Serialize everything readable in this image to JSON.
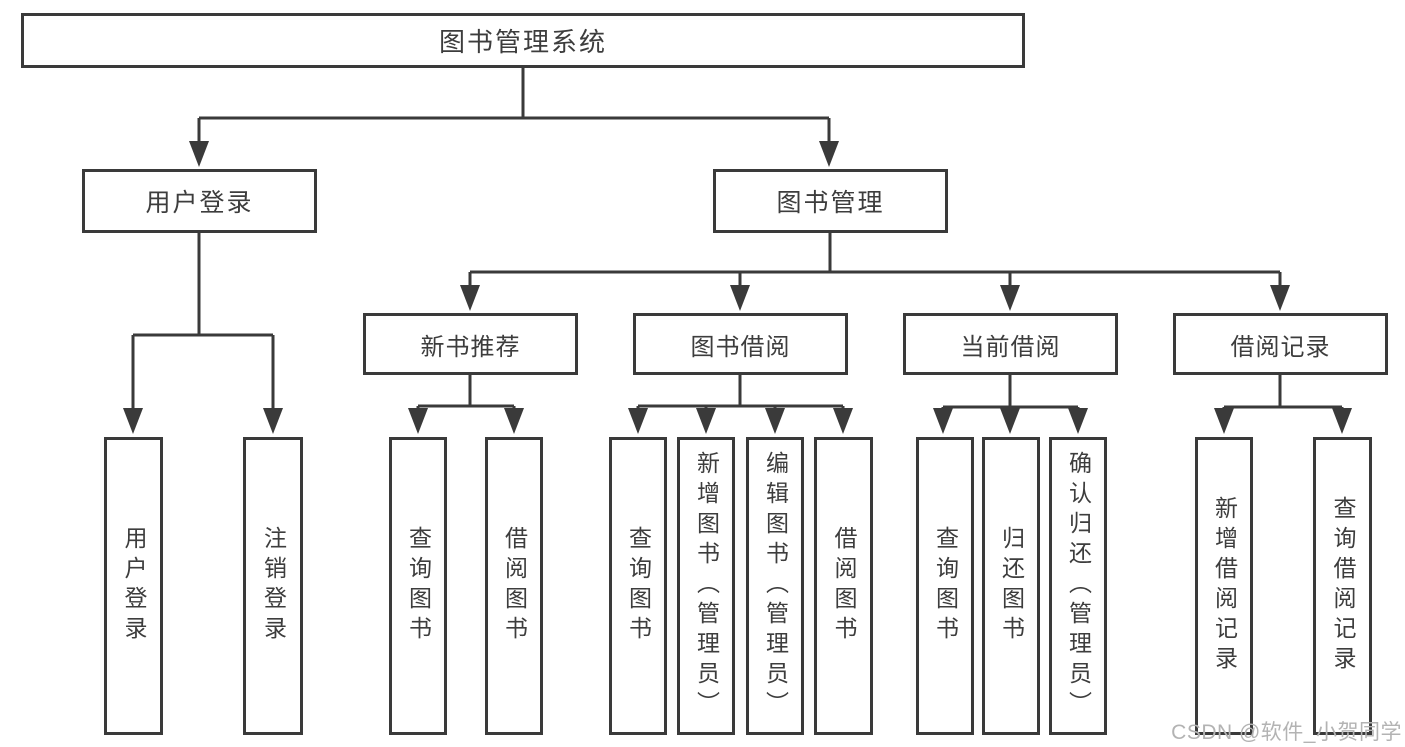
{
  "tree": {
    "root": {
      "label": "图书管理系统",
      "children": [
        {
          "label": "用户登录",
          "children": [
            {
              "label": "用户登录"
            },
            {
              "label": "注销登录"
            }
          ]
        },
        {
          "label": "图书管理",
          "children": [
            {
              "label": "新书推荐",
              "children": [
                {
                  "label": "查询图书"
                },
                {
                  "label": "借阅图书"
                }
              ]
            },
            {
              "label": "图书借阅",
              "children": [
                {
                  "label": "查询图书"
                },
                {
                  "label": "新增图书（管理员）"
                },
                {
                  "label": "编辑图书（管理员）"
                },
                {
                  "label": "借阅图书"
                }
              ]
            },
            {
              "label": "当前借阅",
              "children": [
                {
                  "label": "查询图书"
                },
                {
                  "label": "归还图书"
                },
                {
                  "label": "确认归还（管理员）"
                }
              ]
            },
            {
              "label": "借阅记录",
              "children": [
                {
                  "label": "新增借阅记录"
                },
                {
                  "label": "查询借阅记录"
                }
              ]
            }
          ]
        }
      ]
    }
  },
  "watermark": "CSDN @软件_小贺同学",
  "colors": {
    "line": "#3a3a3a",
    "box_border": "#3a3a3a",
    "text": "#3d3d3d",
    "watermark": "#b3b3b3",
    "background": "#ffffff"
  }
}
